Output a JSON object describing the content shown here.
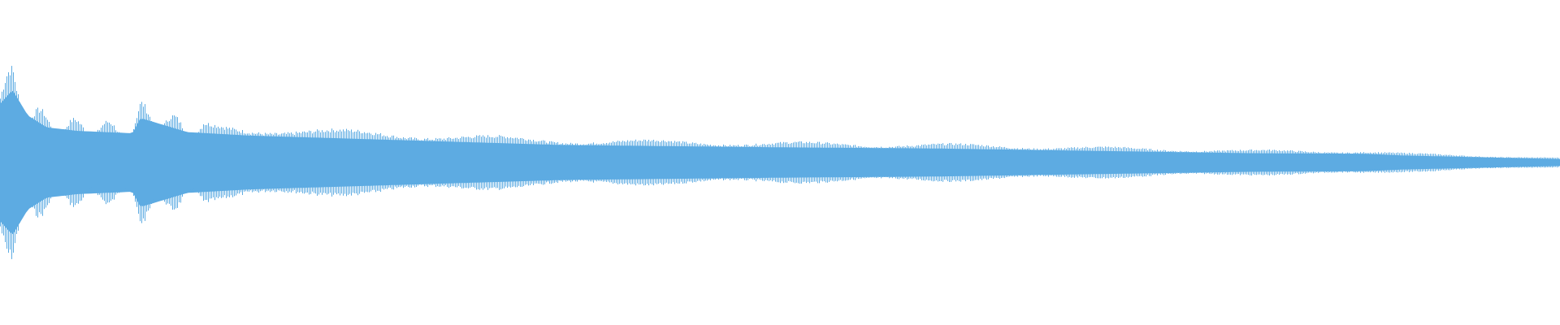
{
  "waveform": {
    "color": "#5dabe2",
    "background": "#ffffff",
    "peak_envelope": [
      {
        "t": 0.0,
        "peak": 0.5
      },
      {
        "t": 0.008,
        "peak": 0.62
      },
      {
        "t": 0.018,
        "peak": 0.4
      },
      {
        "t": 0.03,
        "peak": 0.3
      },
      {
        "t": 0.05,
        "peak": 0.27
      },
      {
        "t": 0.085,
        "peak": 0.25
      },
      {
        "t": 0.09,
        "peak": 0.38
      },
      {
        "t": 0.1,
        "peak": 0.34
      },
      {
        "t": 0.12,
        "peak": 0.26
      },
      {
        "t": 0.16,
        "peak": 0.23
      },
      {
        "t": 0.26,
        "peak": 0.19
      },
      {
        "t": 0.36,
        "peak": 0.15
      },
      {
        "t": 0.5,
        "peak": 0.13
      },
      {
        "t": 0.6,
        "peak": 0.12
      },
      {
        "t": 0.7,
        "peak": 0.1
      },
      {
        "t": 0.8,
        "peak": 0.08
      },
      {
        "t": 0.875,
        "peak": 0.075
      },
      {
        "t": 0.9,
        "peak": 0.06
      },
      {
        "t": 1.0,
        "peak": 0.03
      }
    ]
  }
}
